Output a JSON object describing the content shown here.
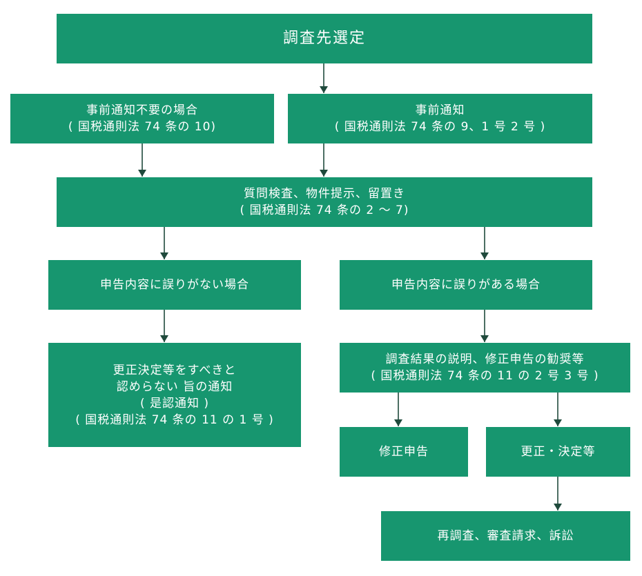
{
  "flow": {
    "start": {
      "text": "調査先選定"
    },
    "no_notice": {
      "line1": "事前通知不要の場合",
      "line2": "( 国税通則法 74 条の 10)"
    },
    "notice": {
      "line1": "事前通知",
      "line2": "( 国税通則法 74 条の 9、1 号 2 号 )"
    },
    "inspection": {
      "line1": "質問検査、物件提示、留置き",
      "line2": "( 国税通則法 74 条の 2 ～ 7)"
    },
    "no_error": {
      "text": "申告内容に誤りがない場合"
    },
    "error": {
      "text": "申告内容に誤りがある場合"
    },
    "notice_no_correction": {
      "line1": "更正決定等をすべきと",
      "line2": "認めらない 旨の通知",
      "line3": "( 是認通知 )",
      "line4": "( 国税通則法 74 条の 11 の 1 号 )"
    },
    "explanation": {
      "line1": "調査結果の説明、修正申告の勧奨等",
      "line2": "( 国税通則法 74 条の 11 の 2 号 3 号 )"
    },
    "amended_return": {
      "text": "修正申告"
    },
    "correction": {
      "text": "更正・決定等"
    },
    "reinvestigation": {
      "text": "再調査、審査請求、訴訟"
    }
  },
  "colors": {
    "box_fill": "#17966f",
    "box_text": "#ffffff",
    "arrow": "#1f4a3c"
  }
}
